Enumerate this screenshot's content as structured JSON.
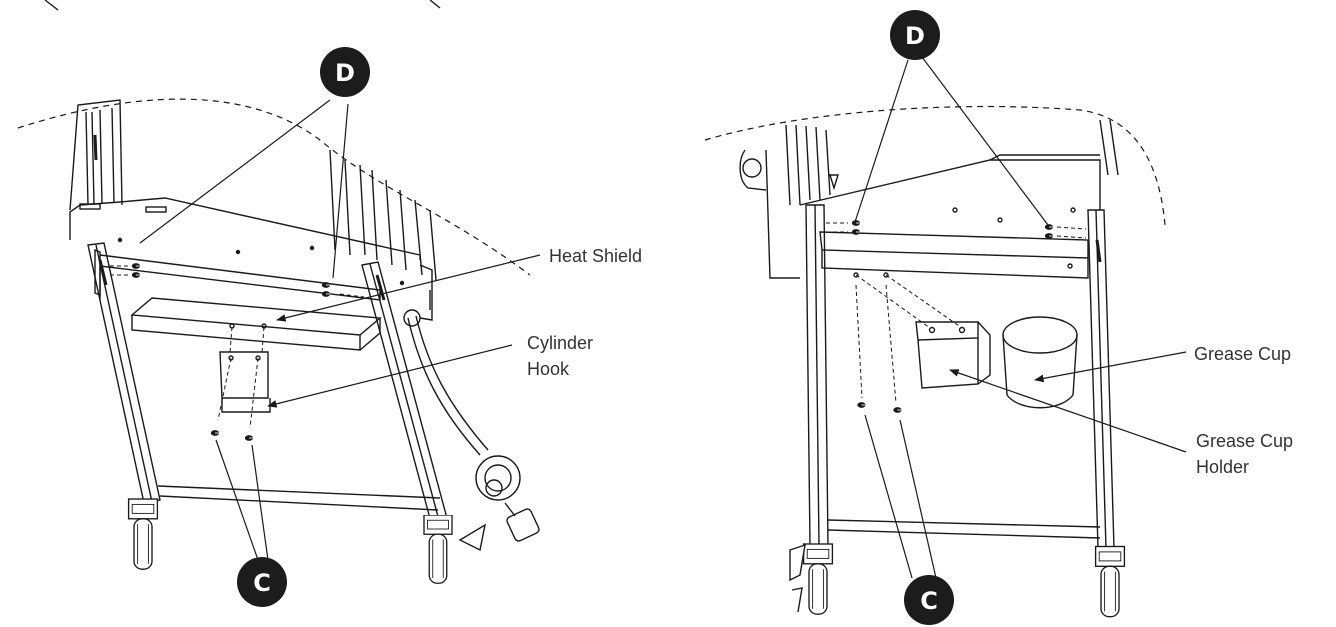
{
  "colors": {
    "line": "#1a1a1a",
    "callout_fill": "#1c1c1c",
    "callout_text": "#ffffff",
    "label_text": "#333333",
    "background": "#ffffff"
  },
  "left_figure": {
    "callouts": [
      {
        "letter": "D"
      },
      {
        "letter": "C"
      }
    ],
    "labels": {
      "heat_shield": "Heat Shield",
      "cylinder_hook_line1": "Cylinder",
      "cylinder_hook_line2": "Hook"
    }
  },
  "right_figure": {
    "callouts": [
      {
        "letter": "D"
      },
      {
        "letter": "C"
      }
    ],
    "labels": {
      "grease_cup": "Grease Cup",
      "grease_cup_holder_line1": "Grease Cup",
      "grease_cup_holder_line2": "Holder"
    }
  }
}
